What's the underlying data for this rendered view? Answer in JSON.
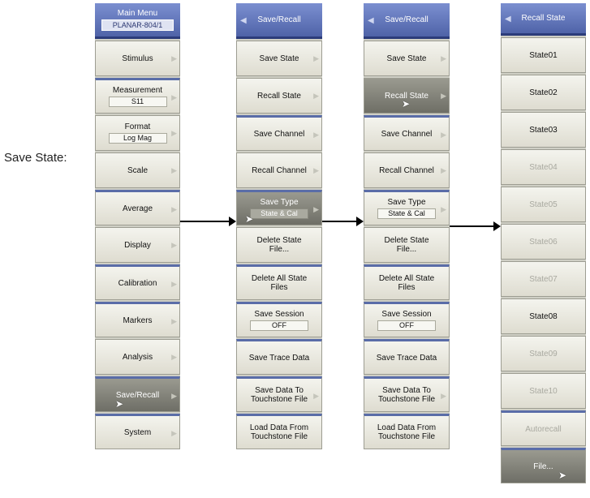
{
  "side_label": "Save State:",
  "main_menu": {
    "title": "Main Menu",
    "subtitle": "PLANAR-804/1",
    "items": [
      {
        "label": "Stimulus"
      },
      {
        "label": "Measurement",
        "value": "S11"
      },
      {
        "label": "Format",
        "value": "Log Mag"
      },
      {
        "label": "Scale"
      },
      {
        "label": "Average"
      },
      {
        "label": "Display"
      },
      {
        "label": "Calibration"
      },
      {
        "label": "Markers"
      },
      {
        "label": "Analysis"
      },
      {
        "label": "Save/Recall"
      },
      {
        "label": "System"
      }
    ]
  },
  "save_recall_1": {
    "title": "Save/Recall",
    "items": [
      {
        "label": "Save State"
      },
      {
        "label": "Recall State"
      },
      {
        "label": "Save Channel"
      },
      {
        "label": "Recall Channel"
      },
      {
        "label": "Save Type",
        "value": "State & Cal"
      },
      {
        "label": "Delete State File..."
      },
      {
        "label": "Delete All State Files"
      },
      {
        "label": "Save Session",
        "value": "OFF"
      },
      {
        "label": "Save Trace Data"
      },
      {
        "label": "Save Data To Touchstone File"
      },
      {
        "label": "Load Data From Touchstone File"
      }
    ]
  },
  "save_recall_2": {
    "title": "Save/Recall",
    "items": [
      {
        "label": "Save State"
      },
      {
        "label": "Recall State"
      },
      {
        "label": "Save Channel"
      },
      {
        "label": "Recall Channel"
      },
      {
        "label": "Save Type",
        "value": "State & Cal"
      },
      {
        "label": "Delete State File..."
      },
      {
        "label": "Delete All State Files"
      },
      {
        "label": "Save Session",
        "value": "OFF"
      },
      {
        "label": "Save Trace Data"
      },
      {
        "label": "Save Data To Touchstone File"
      },
      {
        "label": "Load Data From Touchstone File"
      }
    ]
  },
  "recall_state": {
    "title": "Recall State",
    "items": [
      {
        "label": "State01"
      },
      {
        "label": "State02"
      },
      {
        "label": "State03"
      },
      {
        "label": "State04"
      },
      {
        "label": "State05"
      },
      {
        "label": "State06"
      },
      {
        "label": "State07"
      },
      {
        "label": "State08"
      },
      {
        "label": "State09"
      },
      {
        "label": "State10"
      },
      {
        "label": "Autorecall"
      },
      {
        "label": "File..."
      }
    ]
  },
  "icons": {
    "back": "back-arrow-icon",
    "submenu": "submenu-arrow-icon",
    "cursor": "mouse-pointer-icon",
    "connector": "right-arrow-icon"
  },
  "colors": {
    "header": "#5a6eb4",
    "active": "#7d7d75",
    "disabled_text": "#a9a9a0"
  }
}
